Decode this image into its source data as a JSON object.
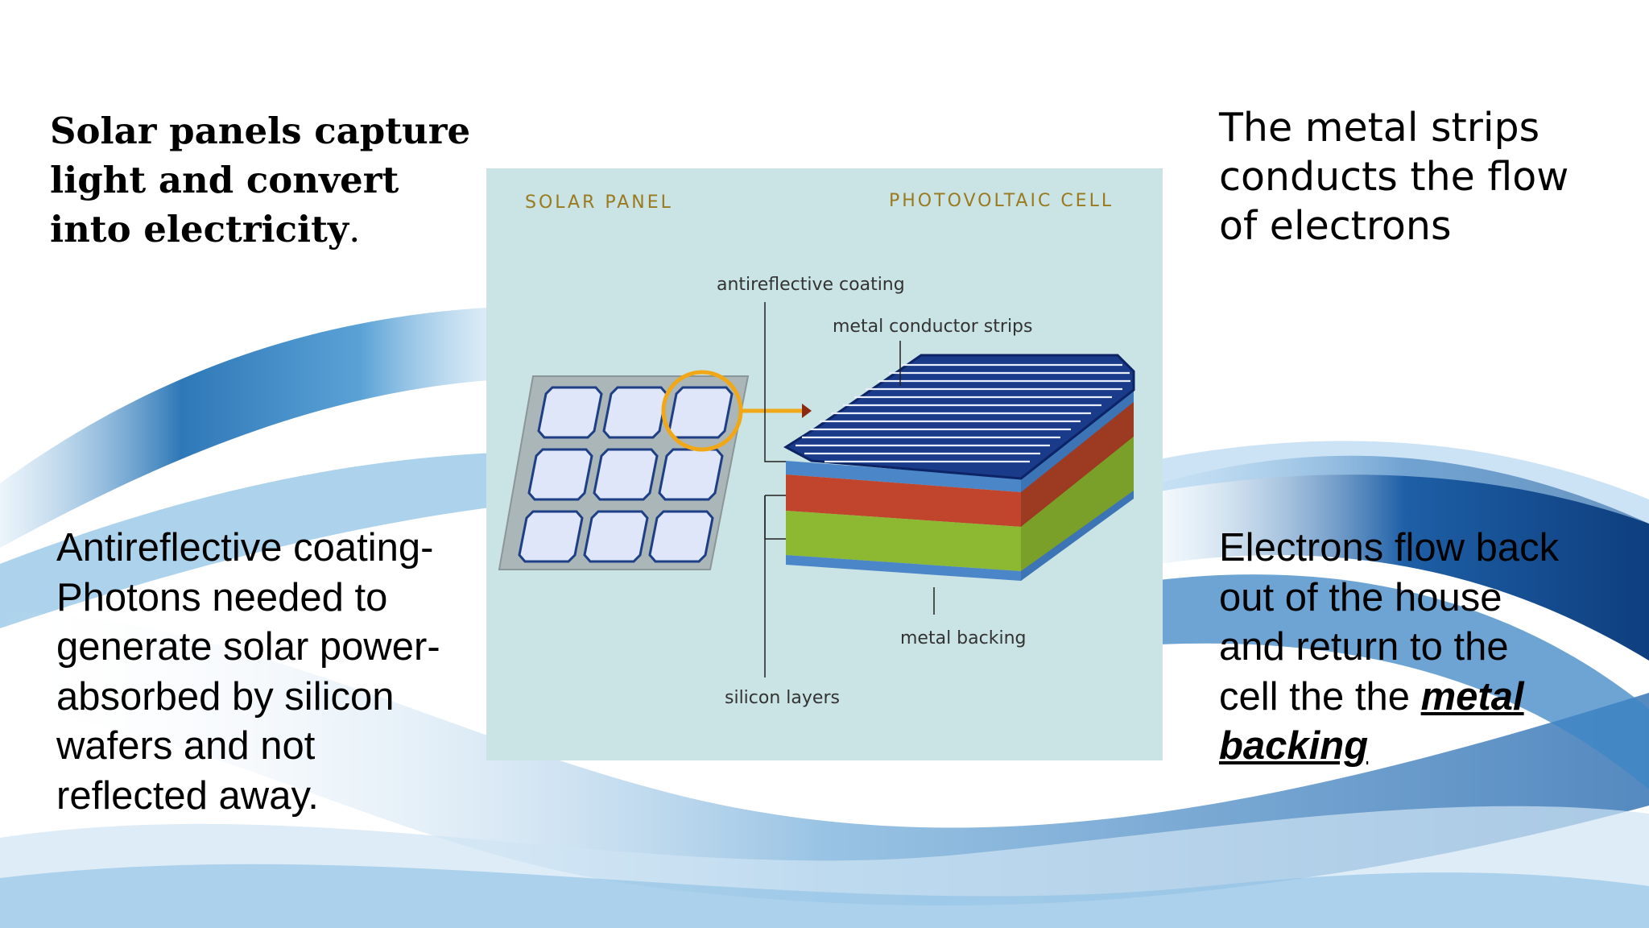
{
  "slide": {
    "top_left": {
      "lines": [
        "Solar panels capture",
        "light and convert",
        "into electricity"
      ],
      "trailing": "."
    },
    "top_right": {
      "lines": [
        "The metal strips",
        "conducts the flow",
        "of electrons"
      ]
    },
    "bottom_left": {
      "lines": [
        "Antireflective coating-",
        "Photons needed to",
        "generate solar power-",
        "absorbed by silicon",
        "wafers and not",
        "reflected away."
      ]
    },
    "bottom_right": {
      "line1": "Electrons flow back",
      "line2": "out  of the house",
      "line3": "and return to the",
      "line4_prefix": "cell the the ",
      "line4_emph": "metal",
      "line5_emph": "backing"
    }
  },
  "diagram": {
    "heading_left": "SOLAR PANEL",
    "heading_right": "PHOTOVOLTAIC CELL",
    "labels": {
      "antireflective": "antireflective coating",
      "conductor_strips": "metal conductor strips",
      "metal_backing": "metal backing",
      "silicon_layers": "silicon layers"
    },
    "colors": {
      "panel_bg": "#cae3e4",
      "heading": "#9a7a1e",
      "highlight_ring": "#f0a818",
      "top_surface": "#1a3a8a",
      "red_layer": "#c0452c",
      "green_layer": "#8cb832",
      "blue_edge": "#4a86c8"
    }
  }
}
